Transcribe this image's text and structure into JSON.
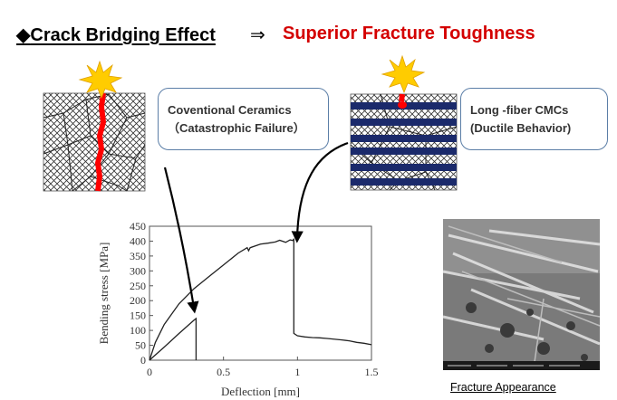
{
  "header": {
    "bullet": "◆",
    "left_title": "Crack Bridging Effect",
    "arrow": "⇒",
    "right_title": "Superior Fracture Toughness"
  },
  "callouts": {
    "conventional": {
      "line1": "Coventional Ceramics",
      "line2": "（Catastrophic  Failure）"
    },
    "cmc": {
      "line1": "Long -fiber CMCs",
      "line2": "(Ductile Behavior)"
    }
  },
  "photo_caption": "Fracture  Appearance",
  "colors": {
    "title_red": "#d40000",
    "crack_red": "#ff0000",
    "fiber_navy": "#1b2a6b",
    "burst_yellow": "#ffcc00",
    "callout_border": "#5b7ea7"
  },
  "icons": [
    "impact-burst-icon",
    "crack-path"
  ],
  "chart_data": {
    "type": "line",
    "xlabel": "Deflection [mm]",
    "ylabel": "Bending stress [MPa]",
    "xlim": [
      0,
      1.5
    ],
    "ylim": [
      0,
      450
    ],
    "xticks": [
      "0",
      "0.5",
      "1",
      "1.5"
    ],
    "yticks": [
      "0",
      "50",
      "100",
      "150",
      "200",
      "250",
      "300",
      "350",
      "400",
      "450"
    ],
    "grid": false,
    "series": [
      {
        "x": [
          0,
          0.04,
          0.1,
          0.2,
          0.3,
          0.4,
          0.5,
          0.6,
          0.66,
          0.67,
          0.68,
          0.75,
          0.8,
          0.85,
          0.88,
          0.92,
          0.95,
          0.97,
          0.975,
          0.975,
          1.0,
          1.05,
          1.1,
          1.15,
          1.2,
          1.3,
          1.35,
          1.4,
          1.45,
          1.5
        ],
        "y": [
          0,
          60,
          120,
          190,
          240,
          280,
          320,
          360,
          378,
          368,
          378,
          390,
          393,
          397,
          403,
          396,
          404,
          402,
          408,
          90,
          82,
          78,
          76,
          75,
          73,
          68,
          65,
          60,
          57,
          52
        ]
      },
      {
        "x": [
          0,
          0.1,
          0.2,
          0.3,
          0.315,
          0.315
        ],
        "y": [
          0,
          44,
          90,
          134,
          140,
          0
        ]
      }
    ]
  }
}
